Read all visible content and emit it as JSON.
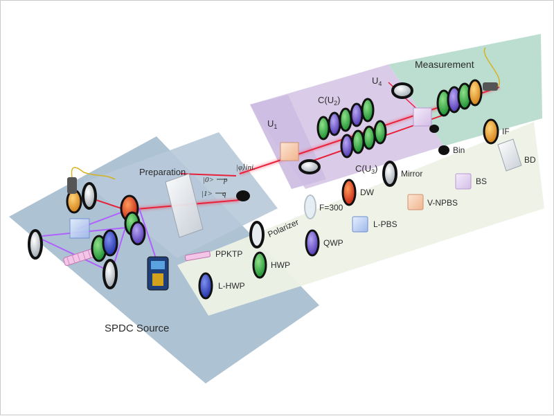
{
  "regions": {
    "spdc": "SPDC Source",
    "preparation": "Preparation",
    "measurement": "Measurement",
    "u1_letter": "U",
    "u1_sub": "1",
    "cu2_pre": "C(U",
    "cu2_sub": "2",
    "cu2_post": ")",
    "u4_letter": "U",
    "u4_sub": "4",
    "cu3_pre": "C(U",
    "cu3_sub": "3",
    "cu3_post": ")"
  },
  "states": {
    "zero": "|0>",
    "zero_path": "p",
    "one": "|1>",
    "one_path": "q",
    "initial": "|φ⟩ini."
  },
  "legend": {
    "ppktp": "PPKTP",
    "polarizer": "Polarizer",
    "f300": "F=300",
    "dw": "DW",
    "mirror": "Mirror",
    "bin": "Bin",
    "if": "IF",
    "lhwp": "L-HWP",
    "hwp": "HWP",
    "qwp": "QWP",
    "lpbs": "L-PBS",
    "vnpbs": "V-NPBS",
    "bs": "BS",
    "bd": "BD"
  },
  "colors": {
    "laser": "#e8203a",
    "pump": "#9b3cd6",
    "hwp": "#22a53a",
    "qwp": "#6a4bd0",
    "lhwp": "#2a3fc4",
    "dw": "#e0421c",
    "if": "#f0a21c",
    "panel_blue": "#a9bfd1",
    "panel_purple": "#d7c8e6",
    "panel_teal": "#b7dccf",
    "panel_legend": "#eef2e6"
  }
}
